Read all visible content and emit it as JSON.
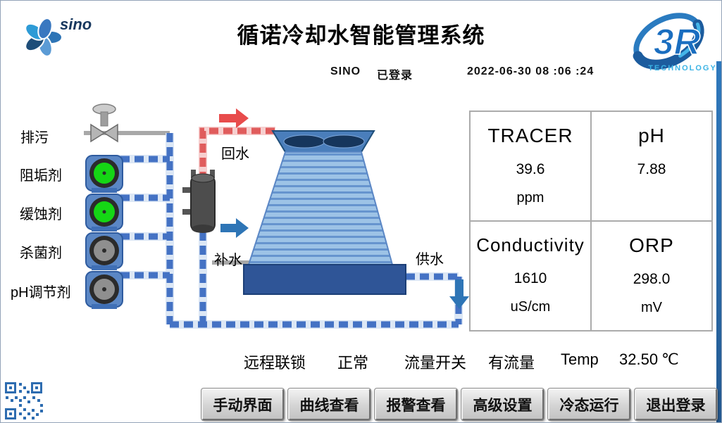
{
  "header": {
    "title": "循诺冷却水智能管理系统",
    "logo_text": "sino",
    "logo3r_text": "3R",
    "logo3r_sub": "TECHNOLOGY",
    "user": "SINO",
    "login_status": "已登录",
    "datetime": "2022-06-30  08 :06 :24"
  },
  "diagram": {
    "drain_label": "排污",
    "return_water_label": "回水",
    "makeup_water_label": "补水",
    "supply_water_label": "供水",
    "pumps": [
      {
        "label": "阻垢剂",
        "color": "#15d615",
        "state": "running"
      },
      {
        "label": "缓蚀剂",
        "color": "#15d615",
        "state": "running"
      },
      {
        "label": "杀菌剂",
        "color": "#8f8f8f",
        "state": "stopped"
      },
      {
        "label": "pH调节剂",
        "color": "#8f8f8f",
        "state": "stopped"
      }
    ],
    "colors": {
      "pipe_blue": "#4472c4",
      "pipe_red": "#e05c5c",
      "tower_fan_housing": "#4a7ebb",
      "tower_body": "#9dc3e6",
      "basin": "#2f5597"
    }
  },
  "panel": {
    "cells": [
      {
        "label": "TRACER",
        "value": "39.6",
        "unit": "ppm"
      },
      {
        "label": "pH",
        "value": "7.88",
        "unit": ""
      },
      {
        "label": "Conductivity",
        "value": "1610",
        "unit": "uS/cm"
      },
      {
        "label": "ORP",
        "value": "298.0",
        "unit": "mV"
      }
    ]
  },
  "status_bar": {
    "remote_interlock_label": "远程联锁",
    "remote_interlock_value": "正常",
    "flow_switch_label": "流量开关",
    "flow_switch_value": "有流量",
    "temp_label": "Temp",
    "temp_value": "32.50",
    "temp_unit": "℃"
  },
  "buttons": [
    {
      "label": "手动界面"
    },
    {
      "label": "曲线查看"
    },
    {
      "label": "报警查看"
    },
    {
      "label": "高级设置"
    },
    {
      "label": "冷态运行"
    },
    {
      "label": "退出登录"
    }
  ],
  "icons": {
    "qr_code": "qr-code-icon",
    "return_flow_arrow": "arrow-right-red",
    "makeup_flow_arrow": "arrow-right-blue",
    "supply_flow_arrow": "arrow-down-blue"
  }
}
